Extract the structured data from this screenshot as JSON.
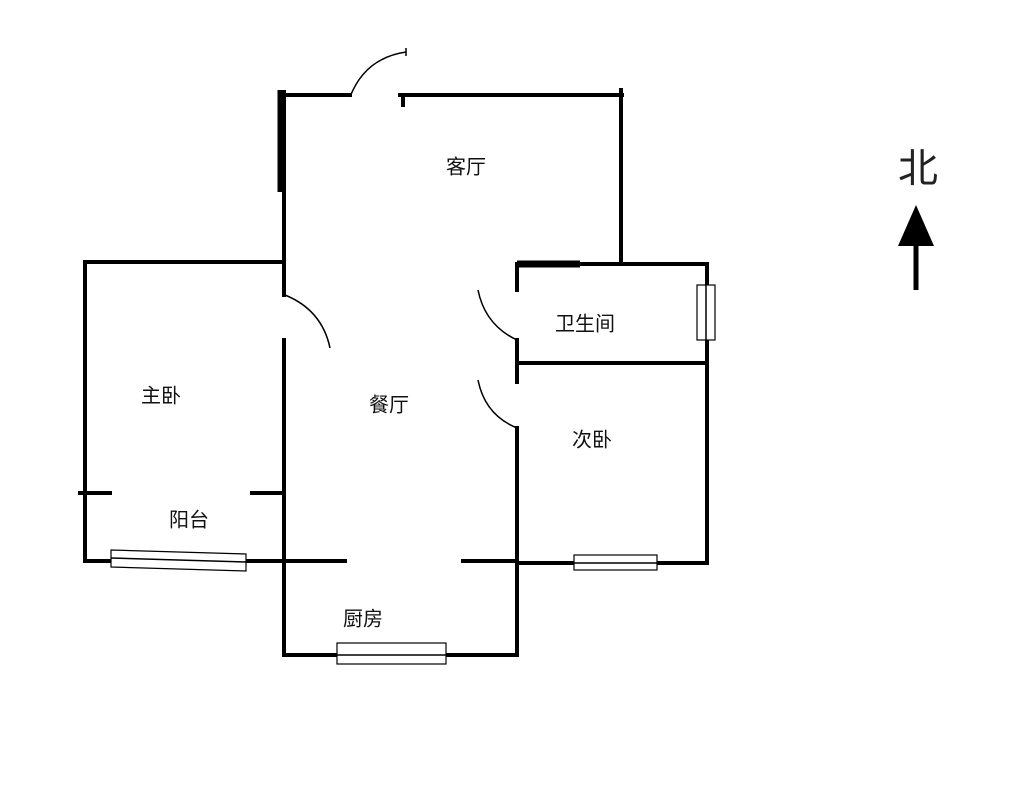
{
  "rooms": {
    "living_room": "客厅",
    "bathroom": "卫生间",
    "master_bedroom": "主卧",
    "dining_room": "餐厅",
    "second_bedroom": "次卧",
    "balcony": "阳台",
    "kitchen": "厨房"
  },
  "compass": {
    "label": "北",
    "icon": "arrow-up-icon"
  }
}
